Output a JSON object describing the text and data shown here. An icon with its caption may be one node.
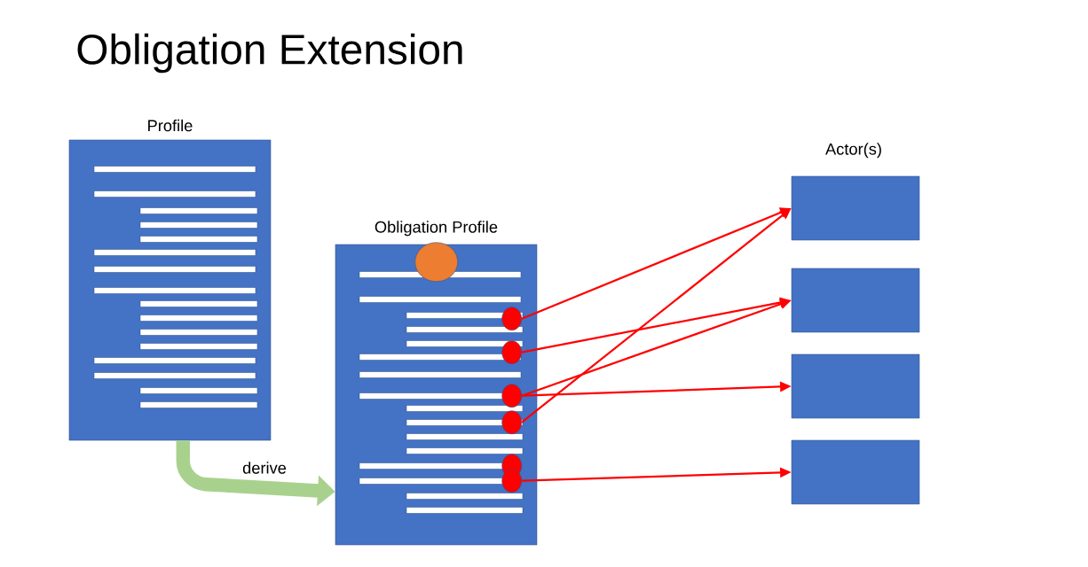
{
  "diagram": {
    "title": "Obligation Extension",
    "nodes": [
      {
        "text": [
          "Profile"
        ]
      },
      {
        "text": [
          "Obligation Profile"
        ]
      },
      {
        "text": [],
        "shape": "circle",
        "in": 1
      },
      {
        "text": [],
        "shape": "circle",
        "in": 1
      },
      {
        "text": [],
        "shape": "circle",
        "in": 1
      },
      {
        "text": [],
        "shape": "circle",
        "in": 1
      },
      {
        "text": [],
        "shape": "circle",
        "in": 1
      },
      {
        "text": [],
        "shape": "circle",
        "in": 1
      },
      {
        "text": [],
        "shape": "circle",
        "in": 1
      },
      {
        "text": [],
        "shape": "box"
      },
      {
        "text": [],
        "shape": "box"
      },
      {
        "text": [],
        "shape": "box"
      },
      {
        "text": [],
        "shape": "box"
      }
    ],
    "edges": [
      {
        "from": 0,
        "to": 1,
        "arrow": "to",
        "label": "derive",
        "style": "thick",
        "color": "#a9d18e"
      },
      {
        "from": 3,
        "to": 9,
        "arrow": "to"
      },
      {
        "from": 4,
        "to": 10,
        "arrow": "to"
      },
      {
        "from": 5,
        "to": 10,
        "arrow": "to"
      },
      {
        "from": 5,
        "to": 11,
        "arrow": "to"
      },
      {
        "from": 6,
        "to": 9,
        "arrow": "to"
      },
      {
        "from": 8,
        "to": 12,
        "arrow": "to"
      }
    ],
    "labels": [
      "Actor(s)"
    ]
  }
}
